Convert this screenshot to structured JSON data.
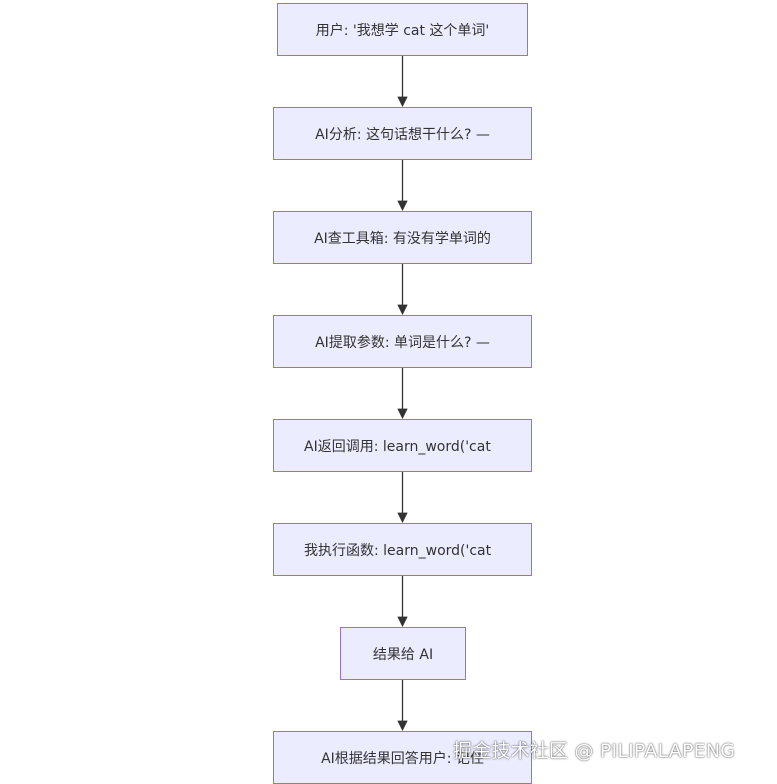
{
  "diagram": {
    "type": "flowchart",
    "direction": "top-to-bottom",
    "colors": {
      "node_fill": "#ECECFF",
      "node_border": "#9370DB",
      "text": "#333333",
      "edge": "#333333"
    },
    "nodes": [
      {
        "id": "n1",
        "label": "用户: '我想学 cat 这个单词'"
      },
      {
        "id": "n2",
        "label": "AI分析: 这句话想干什么? —"
      },
      {
        "id": "n3",
        "label": "AI查工具箱: 有没有学单词的"
      },
      {
        "id": "n4",
        "label": "AI提取参数: 单词是什么? —"
      },
      {
        "id": "n5",
        "label": "AI返回调用: learn_word('cat"
      },
      {
        "id": "n6",
        "label": "我执行函数: learn_word('cat"
      },
      {
        "id": "n7",
        "label": "结果给 AI"
      },
      {
        "id": "n8",
        "label": "AI根据结果回答用户: 记住"
      }
    ],
    "edges": [
      {
        "from": "n1",
        "to": "n2"
      },
      {
        "from": "n2",
        "to": "n3"
      },
      {
        "from": "n3",
        "to": "n4"
      },
      {
        "from": "n4",
        "to": "n5"
      },
      {
        "from": "n5",
        "to": "n6"
      },
      {
        "from": "n6",
        "to": "n7"
      },
      {
        "from": "n7",
        "to": "n8"
      }
    ]
  },
  "watermark": "掘金技术社区 @ PILIPALAPENG"
}
